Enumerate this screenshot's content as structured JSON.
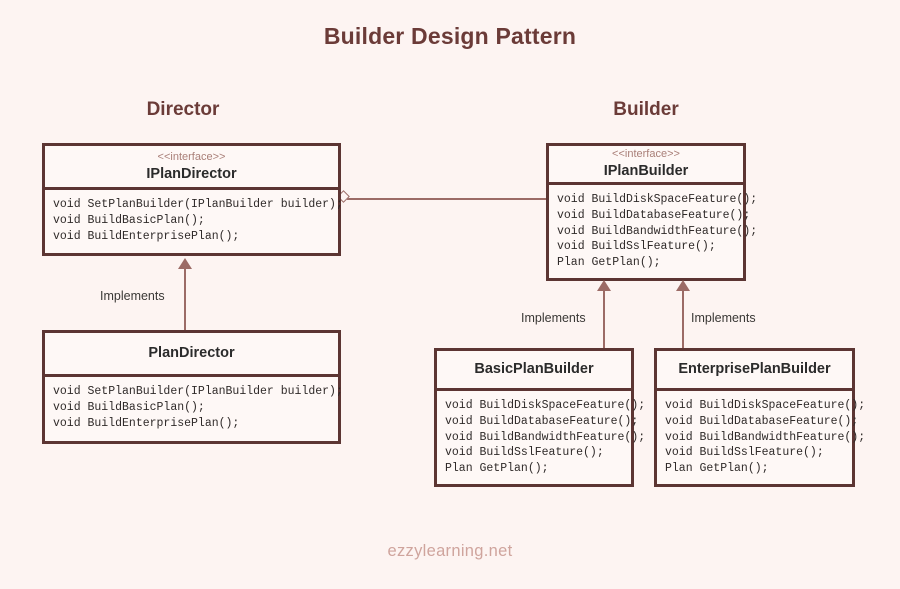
{
  "title": "Builder Design Pattern",
  "footer": "ezzylearning.net",
  "colors": {
    "background": "#fdf4f2",
    "box_border": "#5c3533",
    "box_fill": "#fef8f6",
    "title_text": "#6b3b38",
    "stereotype_text": "#a97f78",
    "member_text": "#2f2a29",
    "connector": "#9c6b66",
    "footer_text": "#cfa49d"
  },
  "sections": {
    "director": "Director",
    "builder": "Builder"
  },
  "classes": {
    "iplandirector": {
      "stereotype": "<<interface>>",
      "name": "IPlanDirector",
      "members": [
        "void SetPlanBuilder(IPlanBuilder builder);",
        "void BuildBasicPlan();",
        "void BuildEnterprisePlan();"
      ]
    },
    "iplanbuilder": {
      "stereotype": "<<interface>>",
      "name": "IPlanBuilder",
      "members": [
        "void BuildDiskSpaceFeature();",
        "void BuildDatabaseFeature();",
        "void BuildBandwidthFeature();",
        "void BuildSslFeature();",
        "Plan GetPlan();"
      ]
    },
    "plandirector": {
      "stereotype": "",
      "name": "PlanDirector",
      "members": [
        "void SetPlanBuilder(IPlanBuilder builder);",
        "void BuildBasicPlan();",
        "void BuildEnterprisePlan();"
      ]
    },
    "basicplanbuilder": {
      "stereotype": "",
      "name": "BasicPlanBuilder",
      "members": [
        "void BuildDiskSpaceFeature();",
        "void BuildDatabaseFeature();",
        "void BuildBandwidthFeature();",
        "void BuildSslFeature();",
        "Plan GetPlan();"
      ]
    },
    "enterpriseplanbuilder": {
      "stereotype": "",
      "name": "EnterprisePlanBuilder",
      "members": [
        "void BuildDiskSpaceFeature();",
        "void BuildDatabaseFeature();",
        "void BuildBandwidthFeature();",
        "void BuildSslFeature();",
        "Plan GetPlan();"
      ]
    }
  },
  "relationships": {
    "director_to_builder": {
      "type": "aggregation",
      "label": "",
      "from": "IPlanDirector",
      "to": "IPlanBuilder"
    },
    "plandirector_implements": {
      "type": "realization",
      "label": "Implements",
      "from": "PlanDirector",
      "to": "IPlanDirector"
    },
    "basicplanbuilder_implements": {
      "type": "realization",
      "label": "Implements",
      "from": "BasicPlanBuilder",
      "to": "IPlanBuilder"
    },
    "enterpriseplanbuilder_implements": {
      "type": "realization",
      "label": "Implements",
      "from": "EnterprisePlanBuilder",
      "to": "IPlanBuilder"
    }
  }
}
